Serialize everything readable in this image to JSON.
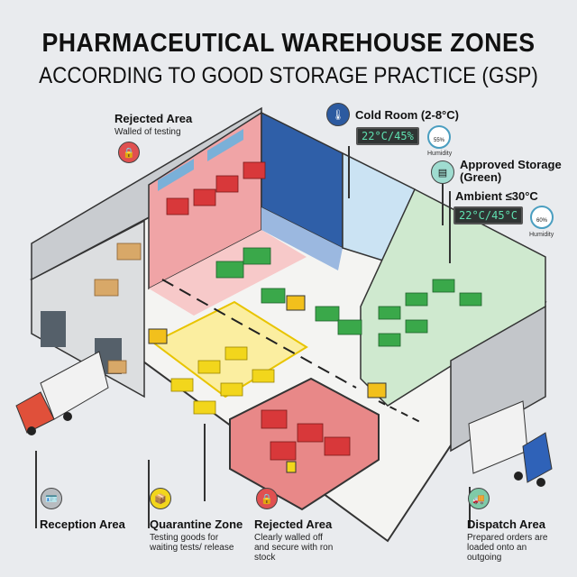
{
  "header": {
    "title": "PHARMACEUTICAL WAREHOUSE ZONES",
    "subtitle": "ACCORDING TO GOOD STORAGE PRACTICE (GSP)"
  },
  "zones": {
    "rejected_top": {
      "label": "Rejected Area",
      "desc": "Walled of testing",
      "icon": "lock-icon",
      "color": "#e05050"
    },
    "cold_room": {
      "label": "Cold Room (2-8°C)",
      "display": "22°C/45%",
      "humidity": "55%",
      "humidity_label": "Humidity",
      "icon": "thermometer-icon",
      "color": "#2c5aa0"
    },
    "approved": {
      "label": "Approved Storage (Green)",
      "icon": "storage-icon",
      "color": "#7fd0c0"
    },
    "ambient": {
      "label": "Ambient ≤30°C",
      "display": "22°C/45°C",
      "humidity": "60%",
      "humidity_label": "Humidity"
    },
    "reception": {
      "label": "Reception Area",
      "icon": "id-card-icon",
      "color": "#a0a4a8"
    },
    "quarantine": {
      "label": "Quarantine Zone",
      "desc": "Testing goods for waiting tests/ release",
      "icon": "box-icon",
      "color": "#f2d61c"
    },
    "rejected_bottom": {
      "label": "Rejected Area",
      "desc": "Clearly walled off and secure with ron stock",
      "icon": "lock-icon",
      "color": "#e05050"
    },
    "dispatch": {
      "label": "Dispatch Area",
      "desc": "Prepared orders are loaded onto an outgoing",
      "icon": "truck-icon",
      "color": "#7fcaa8"
    }
  }
}
